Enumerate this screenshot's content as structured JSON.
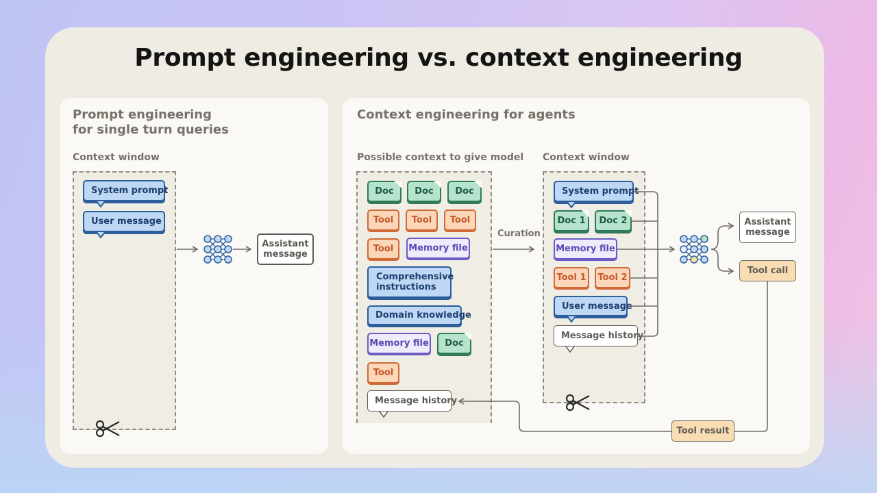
{
  "title": "Prompt engineering vs. context engineering",
  "left_panel": {
    "heading_line1": "Prompt engineering",
    "heading_line2": "for single turn queries",
    "context_label": "Context window",
    "system_prompt": "System prompt",
    "user_message": "User message",
    "assistant_line1": "Assistant",
    "assistant_line2": "message"
  },
  "right_panel": {
    "heading": "Context engineering for agents",
    "possible_label": "Possible context to give model",
    "context_label": "Context window",
    "curation": "Curation",
    "possible": {
      "doc": "Doc",
      "tool": "Tool",
      "memory_file": "Memory file",
      "comprehensive_line1": "Comprehensive",
      "comprehensive_line2": "instructions",
      "domain_knowledge": "Domain knowledge",
      "message_history": "Message history"
    },
    "window": {
      "system_prompt": "System prompt",
      "doc1": "Doc 1",
      "doc2": "Doc 2",
      "memory_file": "Memory file",
      "tool1": "Tool 1",
      "tool2": "Tool 2",
      "user_message": "User message",
      "message_history": "Message history"
    },
    "assistant_line1": "Assistant",
    "assistant_line2": "message",
    "tool_call": "Tool call",
    "tool_result": "Tool result"
  },
  "colors": {
    "blue": "#bdd7f4",
    "green": "#b5e3cd",
    "orange": "#fbd6b8",
    "purple": "#eeebfb",
    "tan": "#f8ddb4"
  },
  "icons": [
    "model-network-icon",
    "scissors-icon"
  ]
}
